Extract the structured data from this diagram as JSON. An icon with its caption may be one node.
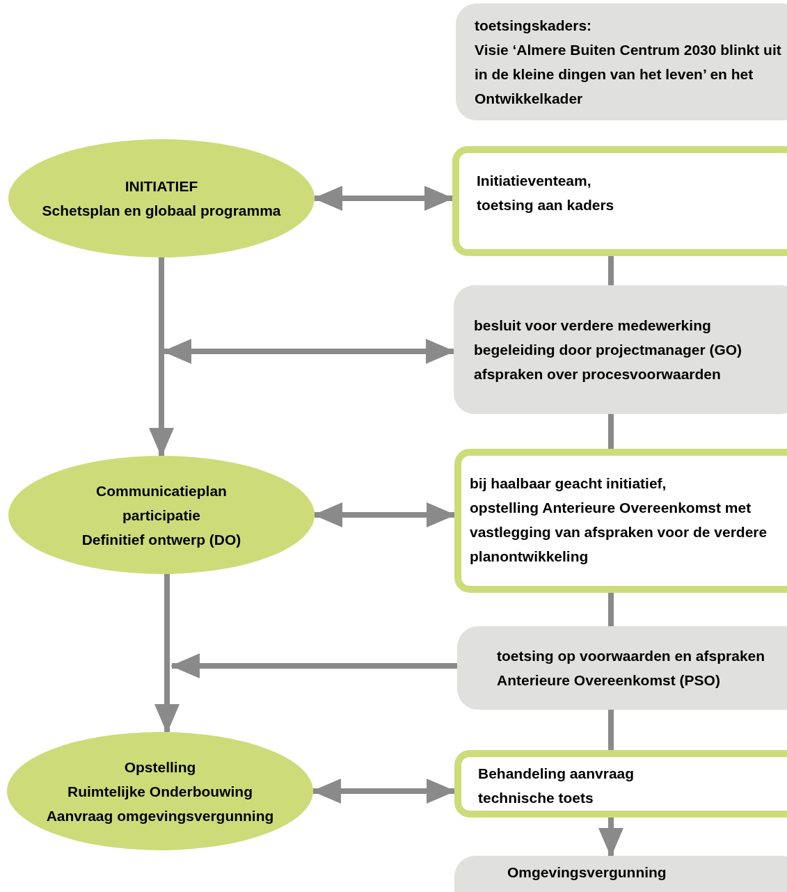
{
  "diagram": {
    "nodes": [
      {
        "text": [
          "toetsingskaders:",
          "Visie ‘Almere Buiten Centrum 2030 blinkt uit in de kleine dingen van het leven’ en het Ontwikkelkader"
        ]
      },
      {
        "text": [
          "INITIATIEF",
          "Schetsplan en globaal programma"
        ]
      },
      {
        "text": [
          "Initiatieventeam,",
          "toetsing aan kaders"
        ]
      },
      {
        "text": [
          "besluit voor verdere medewerking",
          "begeleiding door projectmanager (GO)",
          "afspraken over procesvoorwaarden"
        ]
      },
      {
        "text": [
          "Communicatieplan",
          "participatie",
          "Definitief ontwerp (DO)"
        ]
      },
      {
        "text": [
          "bij haalbaar geacht initiatief,",
          "opstelling Anterieure Overeenkomst met vastlegging van afspraken voor de verdere planontwikkeling"
        ]
      },
      {
        "text": [
          "toetsing op voorwaarden en afspraken Anterieure Overeenkomst (PSO)"
        ]
      },
      {
        "text": [
          "Opstelling",
          "Ruimtelijke Onderbouwing",
          "Aanvraag omgevingsvergunning"
        ]
      },
      {
        "text": [
          "Behandeling aanvraag",
          "technische toets"
        ]
      },
      {
        "text": [
          "Omgevingsvergunning"
        ]
      }
    ],
    "edges": [
      {
        "from": 1,
        "to": 2,
        "arrow": "both"
      },
      {
        "from": 1,
        "to": 4,
        "arrow": "to"
      },
      {
        "from": null,
        "to": 3,
        "arrow": "both"
      },
      {
        "from": 4,
        "to": 5,
        "arrow": "both"
      },
      {
        "from": 4,
        "to": 7,
        "arrow": "to"
      },
      {
        "from": 6,
        "to": null,
        "arrow": "to"
      },
      {
        "from": 7,
        "to": 8,
        "arrow": "both"
      },
      {
        "from": 8,
        "to": 9,
        "arrow": "to"
      },
      {
        "from": 2,
        "to": 3,
        "arrow": "none"
      },
      {
        "from": 3,
        "to": 5,
        "arrow": "none"
      },
      {
        "from": 5,
        "to": 6,
        "arrow": "none"
      },
      {
        "from": 6,
        "to": 8,
        "arrow": "none"
      }
    ]
  }
}
